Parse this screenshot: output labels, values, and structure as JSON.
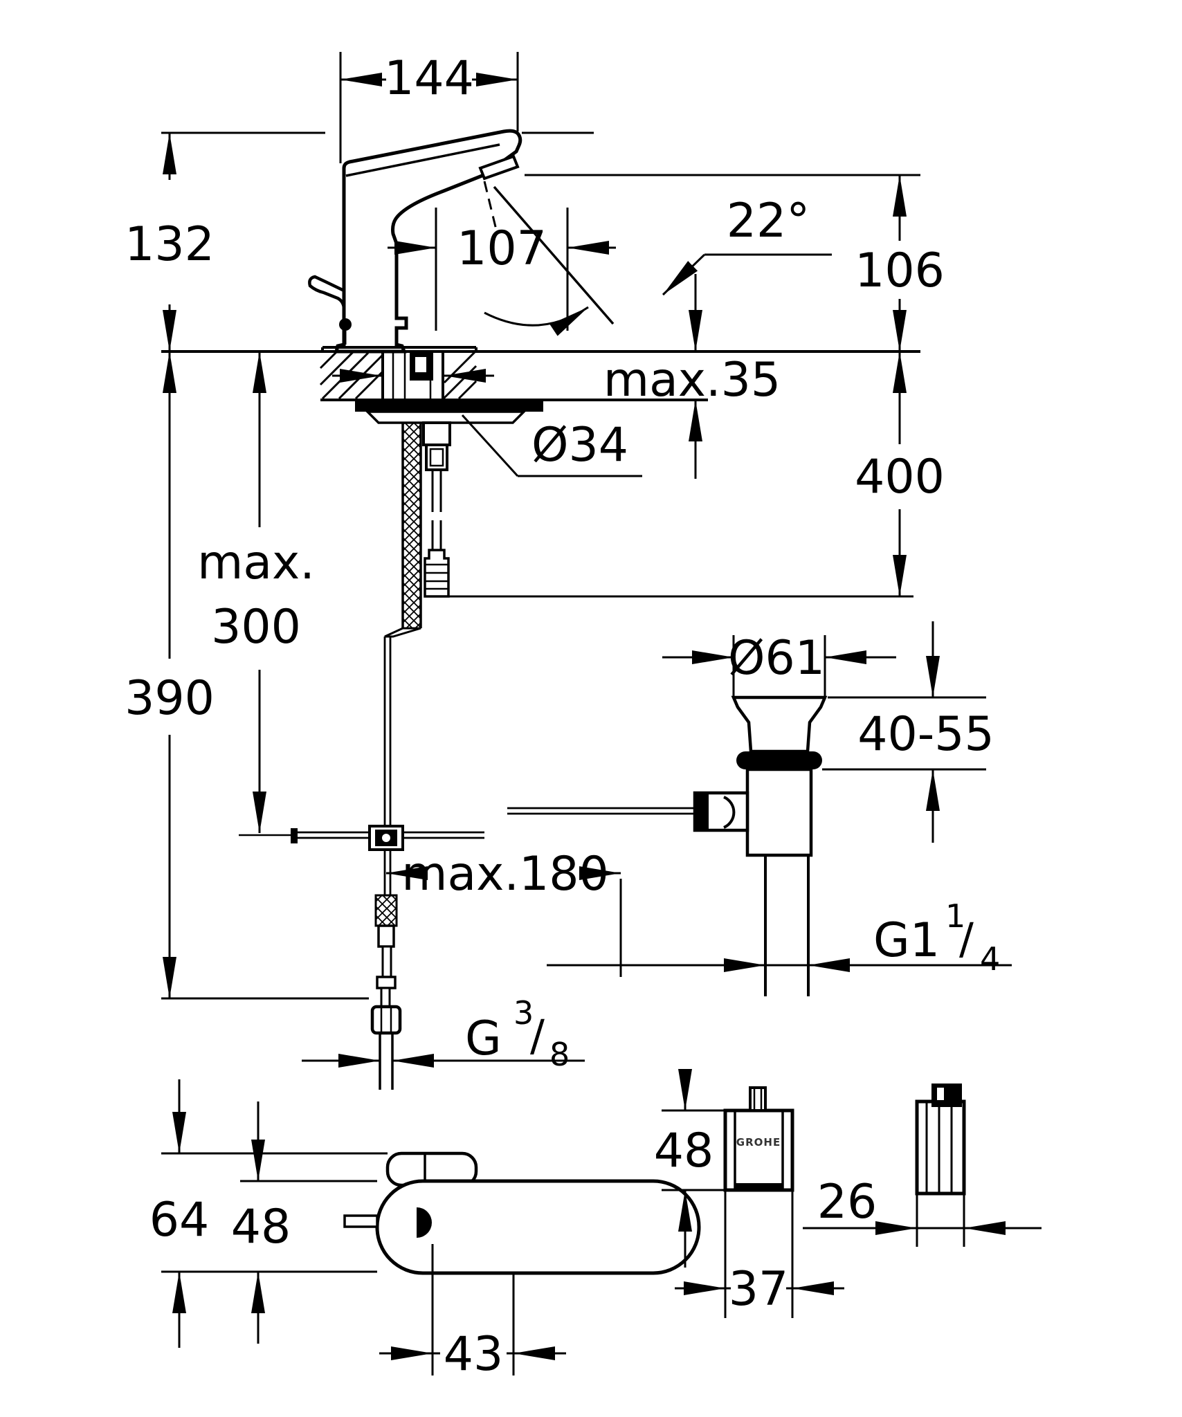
{
  "drawing": {
    "kind": "technical dimension drawing",
    "subject": "electronic infrared basin mixer with pop-up waste set and power supply box",
    "ink": "#000000",
    "background": "#ffffff"
  },
  "labels": {
    "reach": "144",
    "height_above_deck": "132",
    "sensor_distance": "107",
    "angle": "22°",
    "outlet_height": "106",
    "deck_max": "max.35",
    "hole_dia": "Ø34",
    "hose_length": "400",
    "max_line1": "max.",
    "max_line2": "300",
    "below_deck": "390",
    "waste_dia": "Ø61",
    "clamp_range": "40-55",
    "rod_reach": "max.180",
    "g114_base": "G1",
    "g114_sup": "1",
    "g114_slash": "/",
    "g114_sub": "4",
    "g38_base": "G",
    "g38_sup": "3",
    "g38_slash": "/",
    "g38_sub": "8",
    "plan_total_depth": "64",
    "plan_body_depth": "48",
    "plan_sensor_offset": "43",
    "psu_height": "48",
    "psu_width": "37",
    "psu_depth": "26",
    "psu_logo": "GROHE"
  }
}
